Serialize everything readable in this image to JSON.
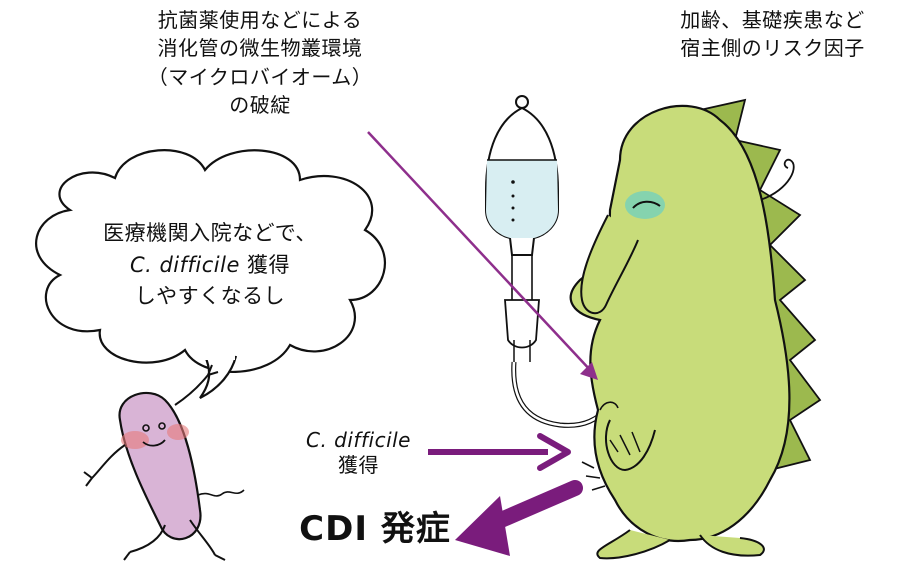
{
  "labels": {
    "cause_microbiome": [
      "抗菌薬使用などによる",
      "消化管の微生物叢環境",
      "（マイクロバイオーム）",
      "の破綻"
    ],
    "cause_host": [
      "加齢、基礎疾患など",
      "宿主側のリスク因子"
    ],
    "speech_bubble": {
      "line1": "医療機関入院などで、",
      "line2_italic": "C. difficile",
      "line2_rest": " 獲得",
      "line3": "しやすくなるし"
    },
    "acquisition": {
      "italic": "C. difficile",
      "rest": "獲得"
    },
    "outcome": "CDI 発症"
  },
  "colors": {
    "arrow_purple": "#7a1c7c",
    "arrow_thin_purple": "#8e2f8c",
    "monster_green": "#c8dc7a",
    "monster_dark_green": "#9cb94e",
    "bacterium_pink": "#d9b4d6",
    "iv_fluid_blue": "#d8eef2",
    "outline": "#111111"
  },
  "icons": [
    "speech-bubble-icon",
    "iv-drip-icon",
    "monster-character-icon",
    "bacterium-character-icon"
  ]
}
